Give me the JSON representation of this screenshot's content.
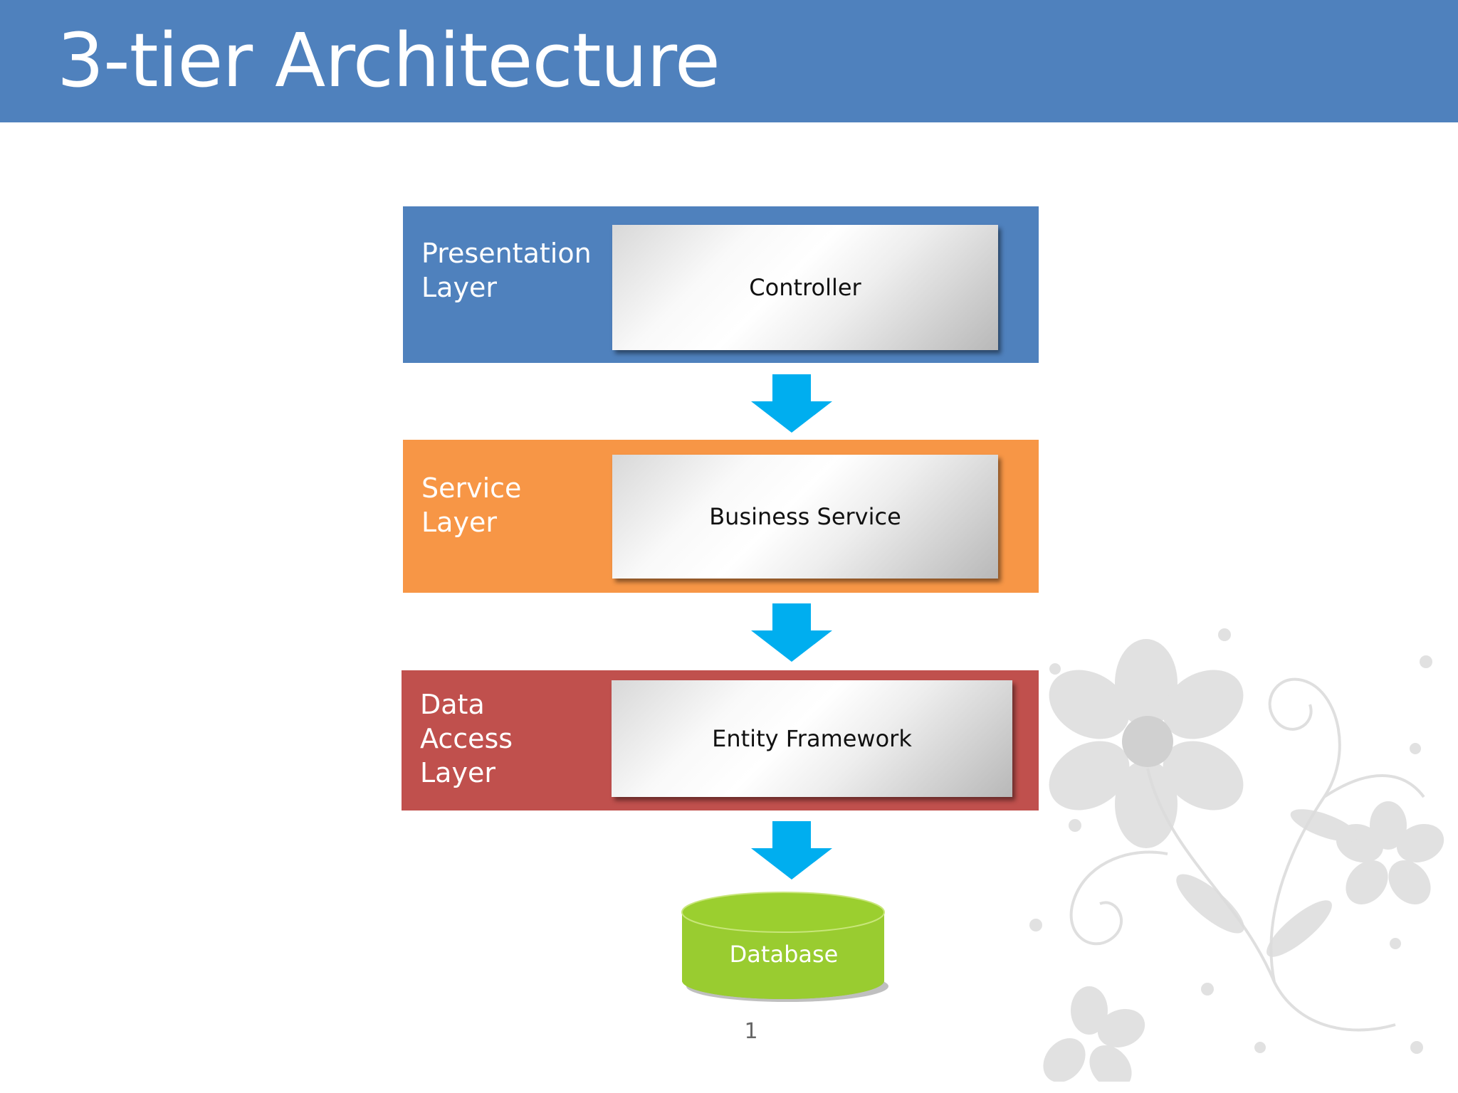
{
  "slide": {
    "title": "3-tier Architecture",
    "page_number": "1"
  },
  "layers": [
    {
      "label_lines": [
        "Presentation",
        "Layer"
      ],
      "component": "Controller",
      "color": "#4f81bd"
    },
    {
      "label_lines": [
        "Service",
        "Layer"
      ],
      "component": "Business Service",
      "color": "#f79646"
    },
    {
      "label_lines": [
        "Data",
        "Access",
        "Layer"
      ],
      "component": "Entity Framework",
      "color": "#c0504d"
    }
  ],
  "database": {
    "label": "Database",
    "color": "#9acd32"
  },
  "arrow_color": "#00aeef",
  "icons": {
    "arrow": "down-arrow-icon",
    "database": "database-cylinder-icon",
    "decoration": "floral-decoration"
  }
}
